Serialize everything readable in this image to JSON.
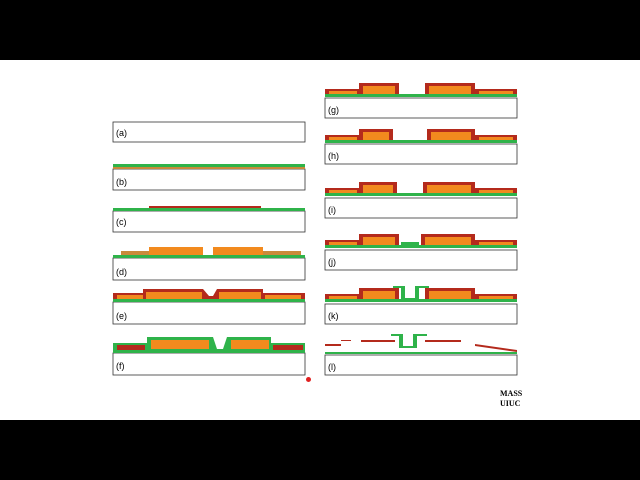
{
  "colors": {
    "substrate": "#ffffff",
    "outline": "#333333",
    "nitride": "#c98a3b",
    "oxide": "#2fb34a",
    "sacrificial": "#f28a1e",
    "metal": "#b42a1c"
  },
  "steps": [
    {
      "label": "(a)"
    },
    {
      "label": "(b)"
    },
    {
      "label": "(c)"
    },
    {
      "label": "(d)"
    },
    {
      "label": "(e)"
    },
    {
      "label": "(f)"
    },
    {
      "label": "(g)"
    },
    {
      "label": "(h)"
    },
    {
      "label": "(i)"
    },
    {
      "label": "(j)"
    },
    {
      "label": "(k)"
    },
    {
      "label": "(l)"
    }
  ],
  "watermark": {
    "line1": "MASS",
    "line2": "UIUC"
  }
}
